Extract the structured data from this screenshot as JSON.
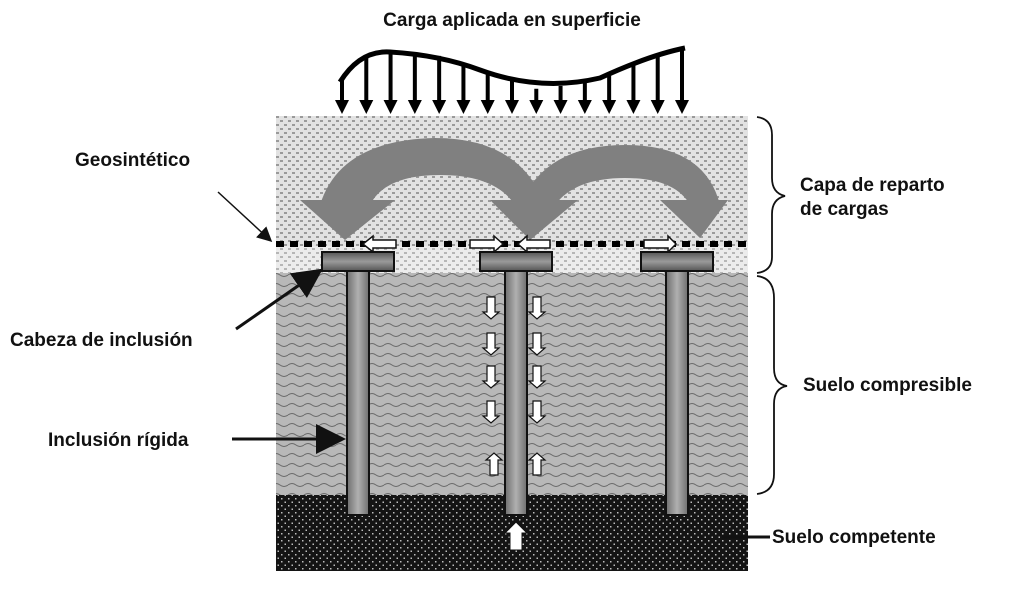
{
  "title": "Carga aplicada en superficie",
  "labels": {
    "geosynthetic": "Geosintético",
    "load_transfer_layer_line1": "Capa de reparto",
    "load_transfer_layer_line2": "de cargas",
    "inclusion_head": "Cabeza de inclusión",
    "compressible_soil": "Suelo compresible",
    "rigid_inclusion": "Inclusión rígida",
    "competent_soil": "Suelo competente"
  },
  "layers": [
    {
      "name": "Capa de reparto de cargas",
      "pattern": "dotted-gravel"
    },
    {
      "name": "Suelo compresible",
      "pattern": "wavy"
    },
    {
      "name": "Suelo competente",
      "pattern": "dense-dots"
    }
  ],
  "components": {
    "inclusion_count": 3,
    "load_arrow_count": 15,
    "arch_arrow_count": 2,
    "negative_friction_arrows_per_side": 4,
    "positive_friction_arrows_per_side": 1,
    "tip_resistance_arrow_count": 1
  },
  "colors": {
    "text": "#111111",
    "arch": "#808080",
    "inclusion": "#8a8a8a",
    "competent_soil": "#141414",
    "compressible_soil": "#b4b4b4",
    "load_layer": "#d6d6d6"
  }
}
